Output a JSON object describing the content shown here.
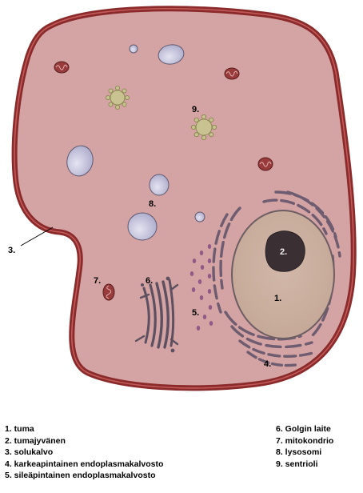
{
  "diagram": {
    "colors": {
      "cytoplasm": "#d4a3a3",
      "membrane_outer": "#8a2a2a",
      "membrane_inner": "#b34545",
      "nucleus": "#c9ad9e",
      "nucleolus": "#3a2f33",
      "vesicle": "#b9b8d4",
      "mitochondrion": "#9a3b3b",
      "centriole": "#c8c390",
      "reticulum": "#6e5c70"
    },
    "labels": {
      "nucleus": "1.",
      "nucleolus": "2.",
      "membrane": "3.",
      "rough_er": "4.",
      "smooth_er": "5.",
      "golgi": "6.",
      "mitochondrion": "7.",
      "lysosome": "8.",
      "centriole": "9."
    }
  },
  "legend": {
    "left": [
      "1. tuma",
      "2. tumajyvänen",
      "3. solukalvo",
      "4. karkeapintainen endoplasmakalvosto",
      "5. sileäpintainen endoplasmakalvosto"
    ],
    "right": [
      "6. Golgin laite",
      "7. mitokondrio",
      "8. lysosomi",
      "9. sentrioli"
    ]
  }
}
